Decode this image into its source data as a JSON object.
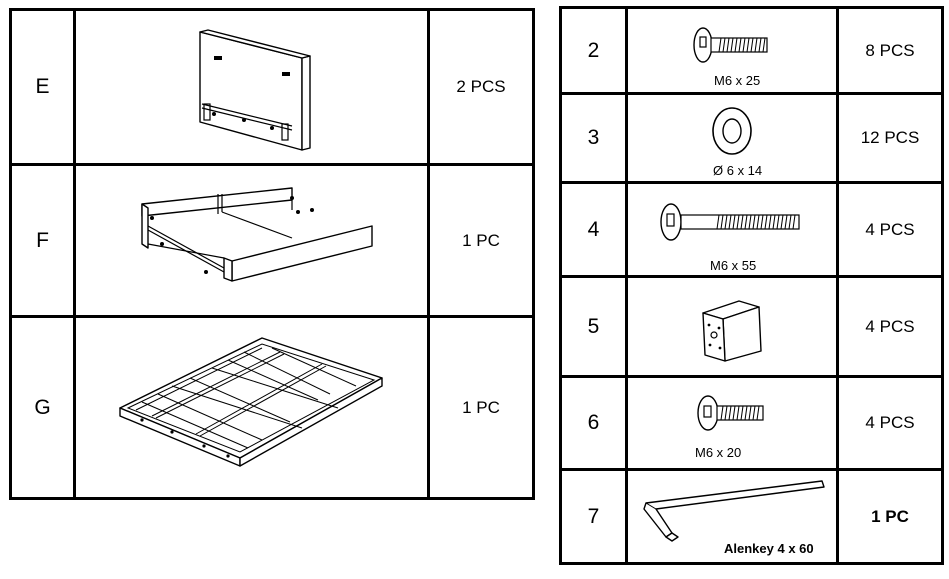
{
  "left_parts": [
    {
      "id": "E",
      "qty": "2 PCS",
      "icon": "headboard-panel"
    },
    {
      "id": "F",
      "qty": "1 PC",
      "icon": "open-frame"
    },
    {
      "id": "G",
      "qty": "1 PC",
      "icon": "slatted-base"
    }
  ],
  "right_parts": [
    {
      "id": "2",
      "spec": "M6 x 25",
      "qty": "8 PCS",
      "icon": "bolt"
    },
    {
      "id": "3",
      "spec": "Ø 6 x 14",
      "qty": "12 PCS",
      "icon": "washer"
    },
    {
      "id": "4",
      "spec": "M6 x 55",
      "qty": "4 PCS",
      "icon": "long-bolt"
    },
    {
      "id": "5",
      "spec": "",
      "qty": "4 PCS",
      "icon": "corner-block"
    },
    {
      "id": "6",
      "spec": "M6 x 20",
      "qty": "4 PCS",
      "icon": "short-bolt"
    },
    {
      "id": "7",
      "spec": "Alenkey 4 x 60",
      "qty": "1 PC",
      "icon": "allen-key"
    }
  ]
}
